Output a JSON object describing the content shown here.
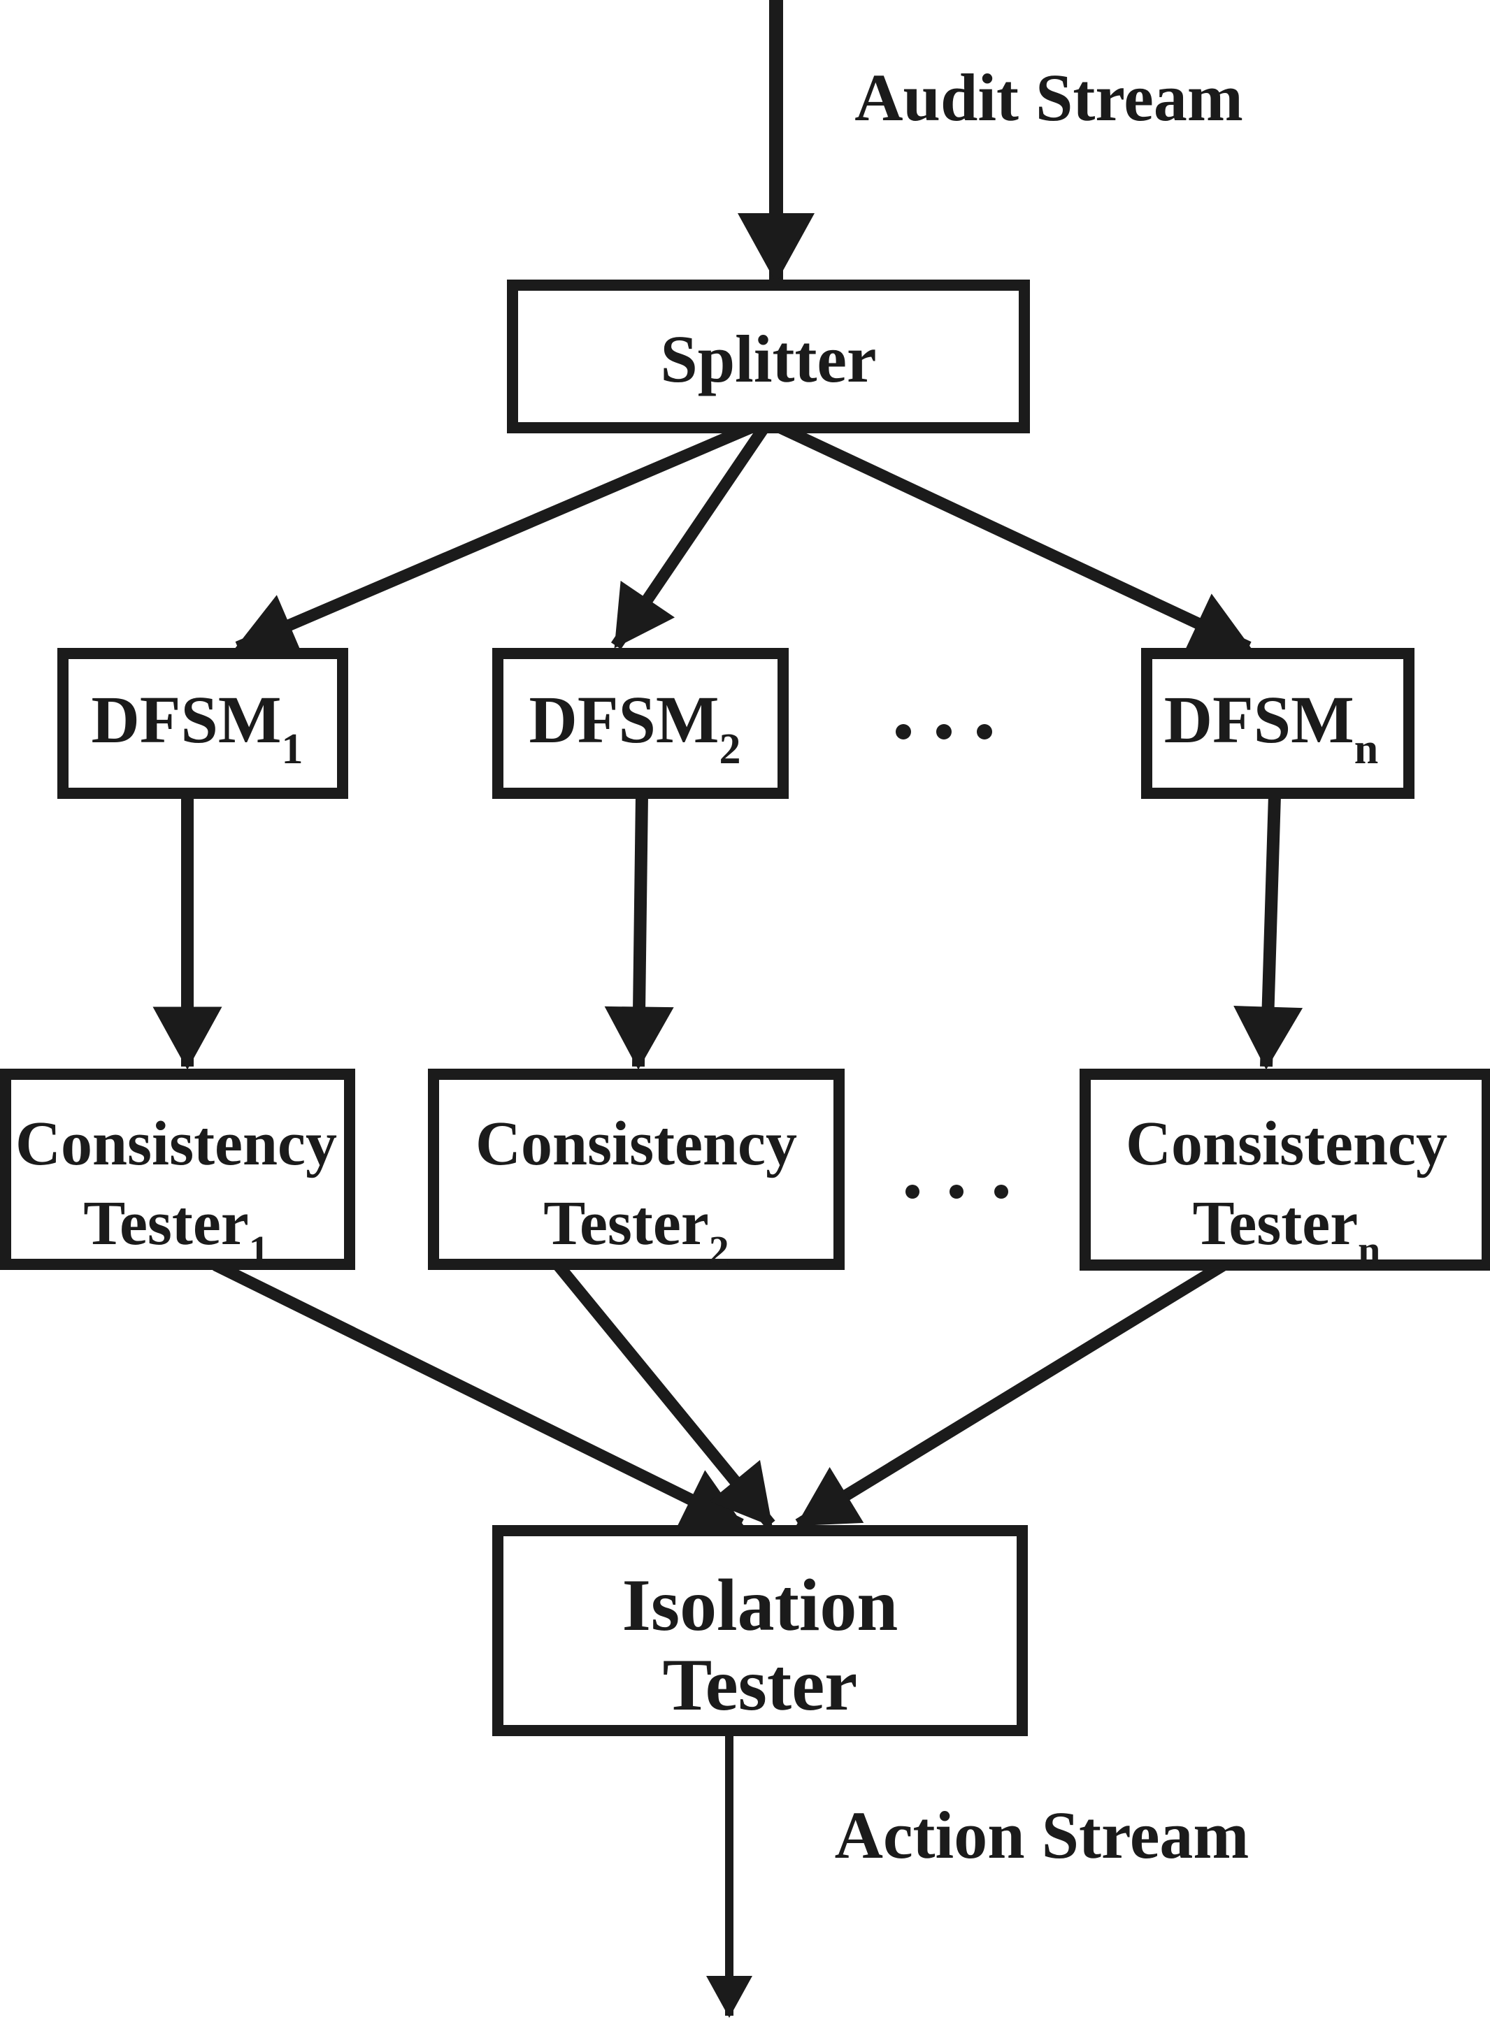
{
  "figure": {
    "type": "block-flow-diagram",
    "background_color": "#ffffff",
    "ink_color": "#1b1b1b"
  },
  "labels": {
    "input_stream": "Audit Stream",
    "output_stream": "Action Stream"
  },
  "nodes": {
    "splitter": {
      "label": "Splitter"
    },
    "dfsm1": {
      "label": "DFSM",
      "subscript": "1"
    },
    "dfsm2": {
      "label": "DFSM",
      "subscript": "2"
    },
    "dfsmn": {
      "label": "DFSM",
      "subscript": "n"
    },
    "ct1": {
      "line1": "Consistency",
      "line2": "Tester",
      "subscript": "1"
    },
    "ct2": {
      "line1": "Consistency",
      "line2": "Tester",
      "subscript": "2"
    },
    "ctn": {
      "line1": "Consistency",
      "line2": "Tester",
      "subscript": "n"
    },
    "isolation": {
      "line1": "Isolation",
      "line2": "Tester"
    }
  },
  "icons": {
    "ellipsis_dfsm_row": "three-horizontal-dots",
    "ellipsis_consistency_row": "three-horizontal-dots",
    "arrowheads": "solid-triangle"
  },
  "edges": [
    {
      "from": "audit-stream",
      "to": "splitter"
    },
    {
      "from": "splitter",
      "to": "dfsm1"
    },
    {
      "from": "splitter",
      "to": "dfsm2"
    },
    {
      "from": "splitter",
      "to": "dfsmn"
    },
    {
      "from": "dfsm1",
      "to": "ct1"
    },
    {
      "from": "dfsm2",
      "to": "ct2"
    },
    {
      "from": "dfsmn",
      "to": "ctn"
    },
    {
      "from": "ct1",
      "to": "isolation"
    },
    {
      "from": "ct2",
      "to": "isolation"
    },
    {
      "from": "ctn",
      "to": "isolation"
    },
    {
      "from": "isolation",
      "to": "action-stream"
    }
  ]
}
